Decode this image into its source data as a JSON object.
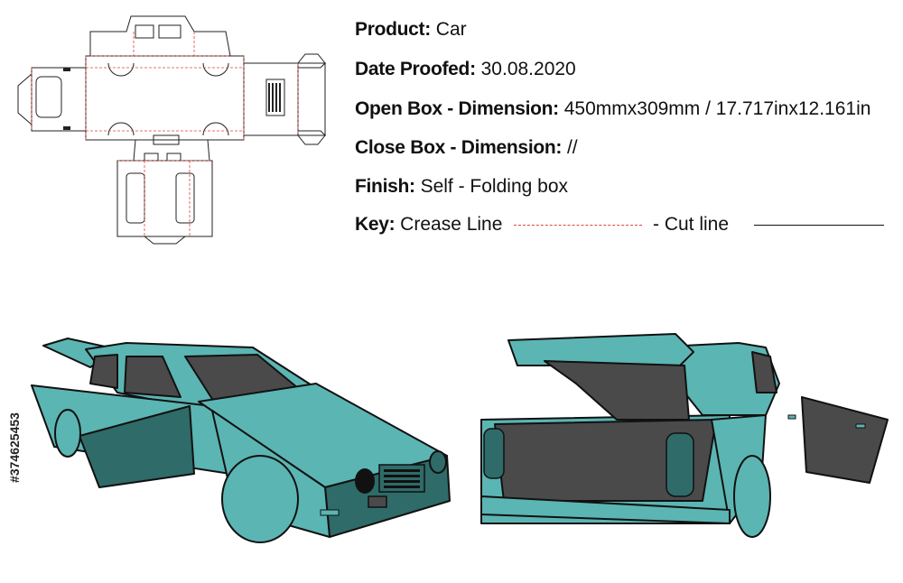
{
  "specs": {
    "product": {
      "label": "Product:",
      "value": "Car"
    },
    "date_proofed": {
      "label": "Date Proofed:",
      "value": "30.08.2020"
    },
    "open_box": {
      "label": "Open Box - Dimension:",
      "value": "450mmx309mm / 17.717inx12.161in"
    },
    "close_box": {
      "label": "Close Box - Dimension:",
      "value": "//"
    },
    "finish": {
      "label": "Finish:",
      "value": "Self - Folding box"
    },
    "key": {
      "label": "Key:",
      "crease": "Crease Line",
      "cut": "- Cut line"
    }
  },
  "stock_id": "#374625453",
  "colors": {
    "teal": "#5bb5b3",
    "teal_dark": "#2f6b68",
    "interior": "#4a4a4a",
    "crease": "#e0453a",
    "cut": "#111111"
  }
}
